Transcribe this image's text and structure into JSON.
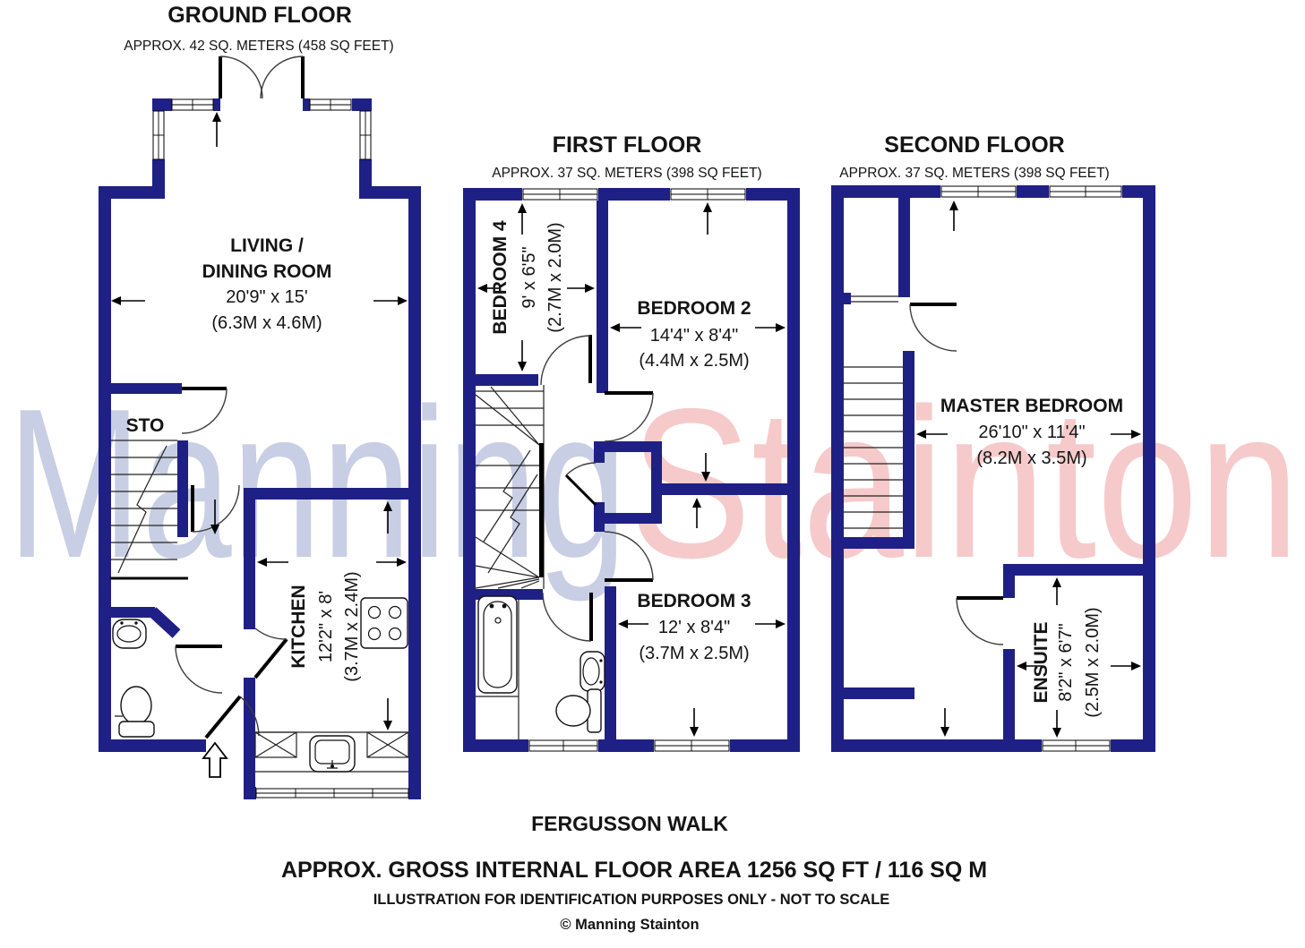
{
  "colors": {
    "wall": "#1f2085",
    "line": "#141414",
    "watermark_blue": "#c8cee4",
    "watermark_pink": "#f6caca"
  },
  "watermark": {
    "part1": "Manning",
    "part2": "Stainton"
  },
  "floors": {
    "ground": {
      "title": "GROUND FLOOR",
      "area": "APPROX. 42 SQ. METERS (458 SQ FEET)",
      "living": {
        "name1": "LIVING /",
        "name2": "DINING ROOM",
        "dims": "20'9\" x 15'",
        "metric": "(6.3M x 4.6M)"
      },
      "sto": {
        "name": "STO"
      },
      "kitchen": {
        "name": "KITCHEN",
        "dims": "12'2\" x 8'",
        "metric": "(3.7M x 2.4M)"
      }
    },
    "first": {
      "title": "FIRST FLOOR",
      "area": "APPROX. 37 SQ. METERS (398 SQ FEET)",
      "bedroom4": {
        "name": "BEDROOM 4",
        "dims": "9' x 6'5\"",
        "metric": "(2.7M x 2.0M)"
      },
      "bedroom2": {
        "name": "BEDROOM 2",
        "dims": "14'4\" x 8'4\"",
        "metric": "(4.4M x 2.5M)"
      },
      "bedroom3": {
        "name": "BEDROOM 3",
        "dims": "12' x 8'4\"",
        "metric": "(3.7M x 2.5M)"
      }
    },
    "second": {
      "title": "SECOND FLOOR",
      "area": "APPROX. 37 SQ. METERS (398 SQ FEET)",
      "master": {
        "name": "MASTER BEDROOM",
        "dims": "26'10\" x 11'4\"",
        "metric": "(8.2M x 3.5M)"
      },
      "ensuite": {
        "name": "ENSUITE",
        "dims": "8'2\" x 6'7\"",
        "metric": "(2.5M x 2.0M)"
      }
    }
  },
  "footer": {
    "street": "FERGUSSON WALK",
    "area_total": "APPROX. GROSS INTERNAL FLOOR AREA 1256 SQ FT / 116 SQ M",
    "disclaimer": "ILLUSTRATION FOR IDENTIFICATION PURPOSES ONLY - NOT TO SCALE",
    "copyright": "© Manning Stainton"
  }
}
